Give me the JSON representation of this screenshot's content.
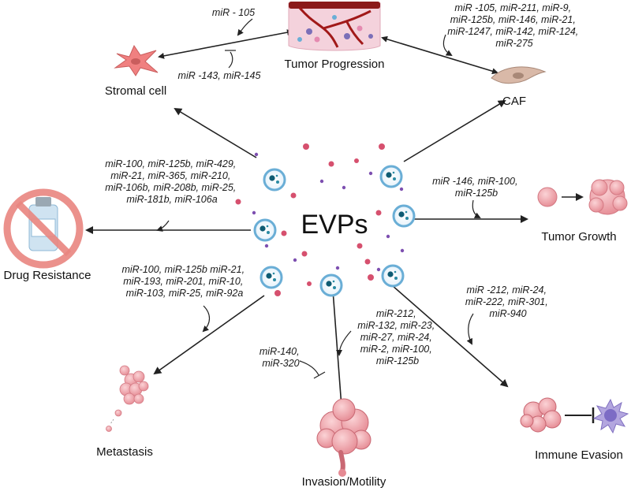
{
  "center_label": "EVPs",
  "colors": {
    "arrow": "#222222",
    "tumor_cell": "#f2a0a8",
    "stromal_cell": "#f08080",
    "caf_cell": "#d9b9a8",
    "vesicle_ring": "#6aaed6",
    "dot_pink": "#d6506e",
    "dot_purple": "#7d4fb0"
  },
  "outcomes": {
    "tumor_progression": {
      "label": "Tumor Progression",
      "mirs": [
        "miR - 105"
      ],
      "inhibit_mirs": [
        "miR -143, miR-145"
      ]
    },
    "stromal_cell": {
      "label": "Stromal cell"
    },
    "caf": {
      "label": "CAF",
      "mirs": [
        "miR -105, miR-211, miR-9,",
        "miR-125b, miR-146, miR-21,",
        "miR-1247, miR-142, miR-124,",
        "miR-275"
      ]
    },
    "drug_resistance": {
      "label": "Drug Resistance",
      "mirs": [
        "miR-100, miR-125b, miR-429,",
        "miR-21, miR-365, miR-210,",
        "miR-106b, miR-208b, miR-25,",
        "miR-181b, miR-106a"
      ]
    },
    "tumor_growth": {
      "label": "Tumor Growth",
      "mirs": [
        "miR -146, miR-100,",
        "miR-125b"
      ]
    },
    "metastasis": {
      "label": "Metastasis",
      "mirs": [
        "miR-100, miR-125b miR-21,",
        "miR-193, miR-201, miR-10,",
        "miR-103, miR-25, miR-92a"
      ]
    },
    "invasion": {
      "label": "Invasion/Motility",
      "mirs": [
        "miR-212,",
        "miR-132, miR-23,",
        "miR-27, miR-24,",
        "miR-2, miR-100,",
        "miR-125b"
      ],
      "inhibit_mirs": [
        "miR-140,",
        "miR-320"
      ]
    },
    "immune_evasion": {
      "label": "Immune Evasion",
      "mirs": [
        "miR -212, miR-24,",
        "miR-222, miR-301,",
        "miR-940"
      ]
    }
  }
}
